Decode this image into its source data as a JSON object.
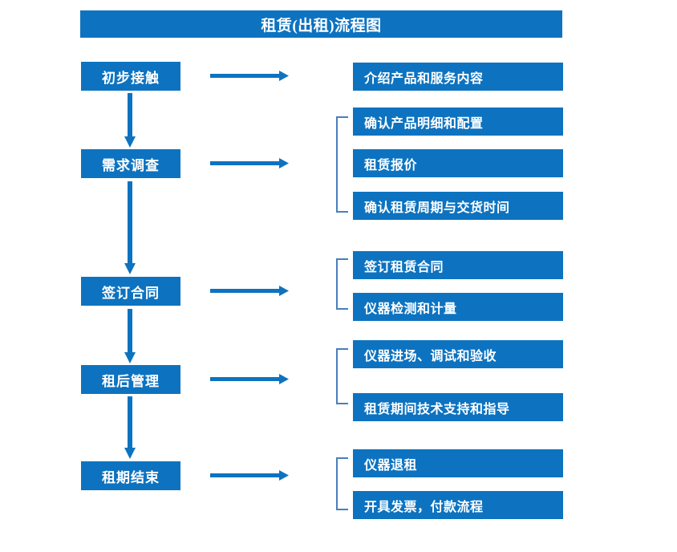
{
  "title": "租赁(出租)流程图",
  "colors": {
    "box_blue": "#0D73C0",
    "arrow_blue": "#0D73C0",
    "bracket_blue": "#4A7EBB",
    "text_white": "#FFFFFF",
    "background": "#FFFFFF"
  },
  "chart_data": {
    "type": "diagram",
    "title": "租赁(出租)流程图",
    "orientation": "vertical-flow-with-side-details",
    "stages": [
      {
        "label": "初步接触",
        "details": [
          "介绍产品和服务内容"
        ],
        "bracketed": false
      },
      {
        "label": "需求调查",
        "details": [
          "确认产品明细和配置",
          "租赁报价",
          "确认租赁周期与交货时间"
        ],
        "bracketed": true
      },
      {
        "label": "签订合同",
        "details": [
          "签订租赁合同",
          "仪器检测和计量"
        ],
        "bracketed": true
      },
      {
        "label": "租后管理",
        "details": [
          "仪器进场、调试和验收",
          "租赁期间技术支持和指导"
        ],
        "bracketed": true
      },
      {
        "label": "租期结束",
        "details": [
          "仪器退租",
          "开具发票，付款流程"
        ],
        "bracketed": true
      }
    ]
  },
  "stages": [
    {
      "label": "初步接触"
    },
    {
      "label": "需求调查"
    },
    {
      "label": "签订合同"
    },
    {
      "label": "租后管理"
    },
    {
      "label": "租期结束"
    }
  ],
  "details": [
    {
      "label": "介绍产品和服务内容"
    },
    {
      "label": "确认产品明细和配置"
    },
    {
      "label": "租赁报价"
    },
    {
      "label": "确认租赁周期与交货时间"
    },
    {
      "label": "签订租赁合同"
    },
    {
      "label": "仪器检测和计量"
    },
    {
      "label": "仪器进场、调试和验收"
    },
    {
      "label": "租赁期间技术支持和指导"
    },
    {
      "label": "仪器退租"
    },
    {
      "label": "开具发票，付款流程"
    }
  ]
}
